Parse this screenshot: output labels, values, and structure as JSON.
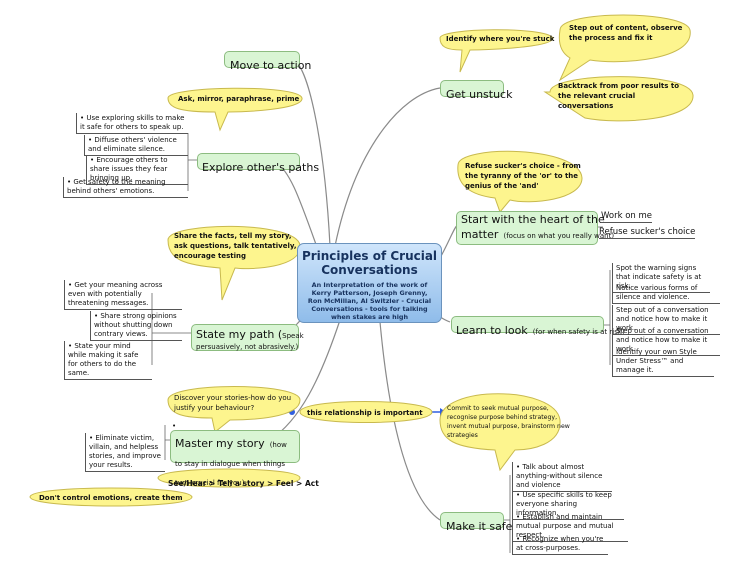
{
  "center": {
    "title": "Principles of Crucial Conversations",
    "subtitle": "An Interpretation of the work of Kerry Patterson, Joseph Grenny, Ron McMillan, Al Switzler - Crucial Conversations - tools for talking when stakes are high"
  },
  "branches": {
    "move_to_action": "Move to action",
    "get_unstuck": "Get unstuck",
    "explore_paths": "Explore other's paths",
    "state_path": "State my path (",
    "state_path_speak": "Speak",
    "state_path_note": "persuasively, not abrasively.)",
    "master_story": "Master my story",
    "master_story_note": "(how to stay in dialogue when things turn crucial for you)",
    "heart_line1": "Start with the heart of the",
    "heart_line2": "matter",
    "heart_note": "(focus on what you really want)",
    "learn_to_look": "Learn to look",
    "learn_note": "(for when safety is at risk)",
    "make_it_safe": "Make it safe"
  },
  "callouts": {
    "identify_stuck": "Identify where you're stuck",
    "step_out": [
      "Step out of content, observe",
      "the process and fix it"
    ],
    "backtrack": [
      "Backtrack from poor results to",
      "the relevant crucial",
      "conversations"
    ],
    "ask_mirror": "Ask, mirror, paraphrase, prime",
    "refuse": [
      "Refuse sucker's choice - from",
      "the tyranny of the 'or' to the",
      "genius of the 'and'"
    ],
    "share_facts": [
      "Share the facts, tell my story,",
      "ask questions, talk tentatively,",
      "encourage testing"
    ],
    "discover": [
      "Discover your stories-how do you",
      "justify your behaviour?"
    ],
    "relationship": "this relationship is important",
    "commit": [
      "Commit to seek mutual purpose,",
      "recognise purpose behind strategy,",
      "invent mutual purpose, brainstorm new",
      "strategies"
    ],
    "see_hear": "See/Hear > Tell a story > Feel > Act",
    "dont_control": "Don't control emotions, create them"
  },
  "notes": {
    "explore": [
      "• Use exploring skills to make it safe for others to speak up.",
      "• Diffuse others' violence and eliminate silence.",
      "• Encourage others to share issues they fear bringing up.",
      "• Get safety to the meaning behind others' emotions."
    ],
    "state": [
      "• Get your meaning across even with potentially threatening messages.",
      "• Share strong opinions without shutting down contrary views.",
      "• State your mind while making it safe for others to do the same."
    ],
    "master_dot": "•",
    "master": "• Eliminate victim, villain, and helpless stories, and improve your results.",
    "heart": [
      "Work on me",
      "Refuse sucker's choice"
    ],
    "learn": [
      "Spot the warning signs that indicate safety is at risk.",
      "Notice various forms of silence and violence.",
      "Step out of a conversation and notice how to make it work.",
      "Step out of a conversation and notice how to make it work.",
      "Identify your own Style Under Stress™ and manage it."
    ],
    "safe": [
      "• Talk about almost anything-without silence and violence",
      "• Use specific skills to keep everyone sharing information.",
      "• Establish and maintain mutual purpose and mutual respect.",
      "• Recognize when you're at cross-purposes."
    ]
  },
  "colors": {
    "branch_fill": "#d9f5d4",
    "callout_fill": "#fdf58e",
    "center_fill": "#a9cdf2",
    "link_line": "#8a8a8a",
    "relationship_arrow": "#2f5ee0"
  }
}
